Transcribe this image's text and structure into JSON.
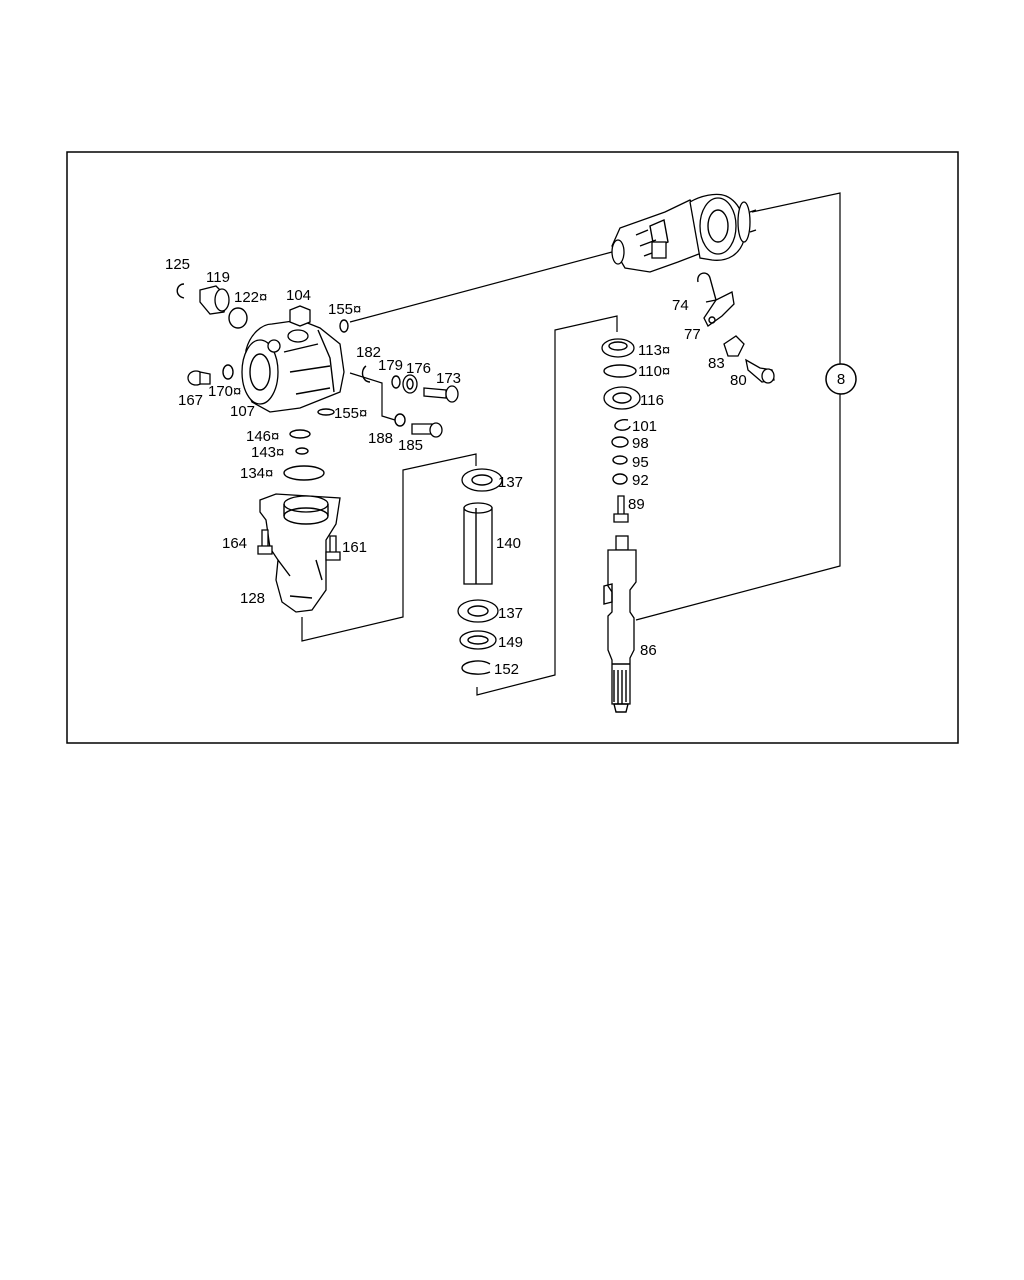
{
  "diagram": {
    "callout_circle": "8",
    "part_labels": {
      "p125": "125",
      "p119": "119",
      "p122": "122¤",
      "p104": "104",
      "p155a": "155¤",
      "p182": "182",
      "p179": "179",
      "p176": "176",
      "p173": "173",
      "p167": "167",
      "p170": "170¤",
      "p107": "107",
      "p155b": "155¤",
      "p188": "188",
      "p185": "185",
      "p146": "146¤",
      "p143": "143¤",
      "p134": "134¤",
      "p164": "164",
      "p161": "161",
      "p128": "128",
      "p137a": "137",
      "p140": "140",
      "p137b": "137",
      "p149": "149",
      "p152": "152",
      "p113": "113¤",
      "p110": "110¤",
      "p116": "116",
      "p101": "101",
      "p98": "98",
      "p95": "95",
      "p92": "92",
      "p89": "89",
      "p86": "86",
      "p74": "74",
      "p77": "77",
      "p83": "83",
      "p80": "80"
    }
  }
}
